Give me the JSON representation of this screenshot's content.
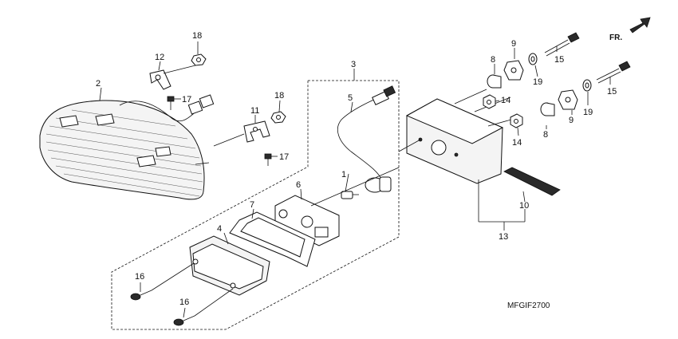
{
  "diagram": {
    "code": "MFGIF2700",
    "front_arrow": "FR.",
    "callouts": {
      "c1": "1",
      "c2": "2",
      "c3": "3",
      "c4": "4",
      "c5": "5",
      "c6": "6",
      "c7": "7",
      "c8a": "8",
      "c8b": "8",
      "c9a": "9",
      "c9b": "9",
      "c10": "10",
      "c11": "11",
      "c12": "12",
      "c13": "13",
      "c14a": "14",
      "c14b": "14",
      "c15a": "15",
      "c15b": "15",
      "c16a": "16",
      "c16b": "16",
      "c17a": "17",
      "c17b": "17",
      "c18a": "18",
      "c18b": "18",
      "c19a": "19",
      "c19b": "19"
    }
  }
}
